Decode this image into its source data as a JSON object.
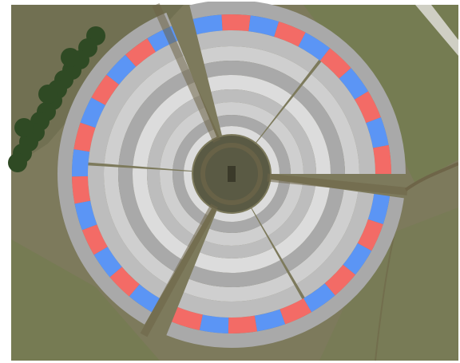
{
  "map": {
    "view": "satellite",
    "subject": "circular-sector-layout",
    "colors": {
      "ground": "#7d7a5c",
      "ground_dark": "#5d5e3e",
      "field_green": "#6f7d4a",
      "tree_dark": "#2f4a24",
      "path": "#6e6548",
      "ring_outer": "#a9a9a9",
      "ring_mid": "#bdbdbd",
      "ring_light": "#cfcfcf",
      "ring_lightest": "#dcdcdc",
      "seg_blue": "#5b95f5",
      "seg_red": "#f36b66",
      "center": "#5a5a44",
      "border": "#ffffff"
    },
    "sectors": [
      {
        "id": "north-east",
        "label": ""
      },
      {
        "id": "south",
        "label": ""
      },
      {
        "id": "west",
        "label": ""
      }
    ]
  }
}
